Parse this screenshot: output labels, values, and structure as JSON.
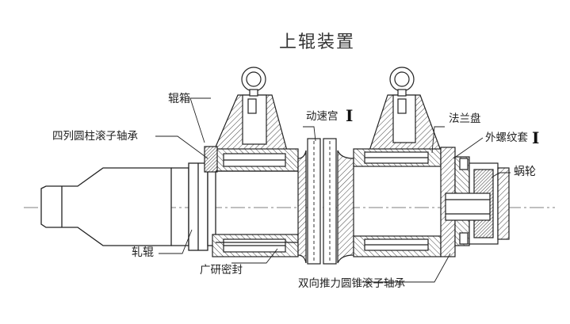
{
  "title": "上辊装置",
  "labels": {
    "roller_box": "辊箱",
    "four_row_bearing": "四列圆柱滚子轴承",
    "coupling": "动速宫",
    "coupling_mark": "I",
    "flange_plate": "法兰盘",
    "outer_thread_sleeve": "外螺纹套",
    "outer_thread_mark": "I",
    "worm_wheel": "蜗轮",
    "roll": "轧辊",
    "seal": "广研密封",
    "thrust_bearing": "双向推力圆锥滚子轴承"
  }
}
